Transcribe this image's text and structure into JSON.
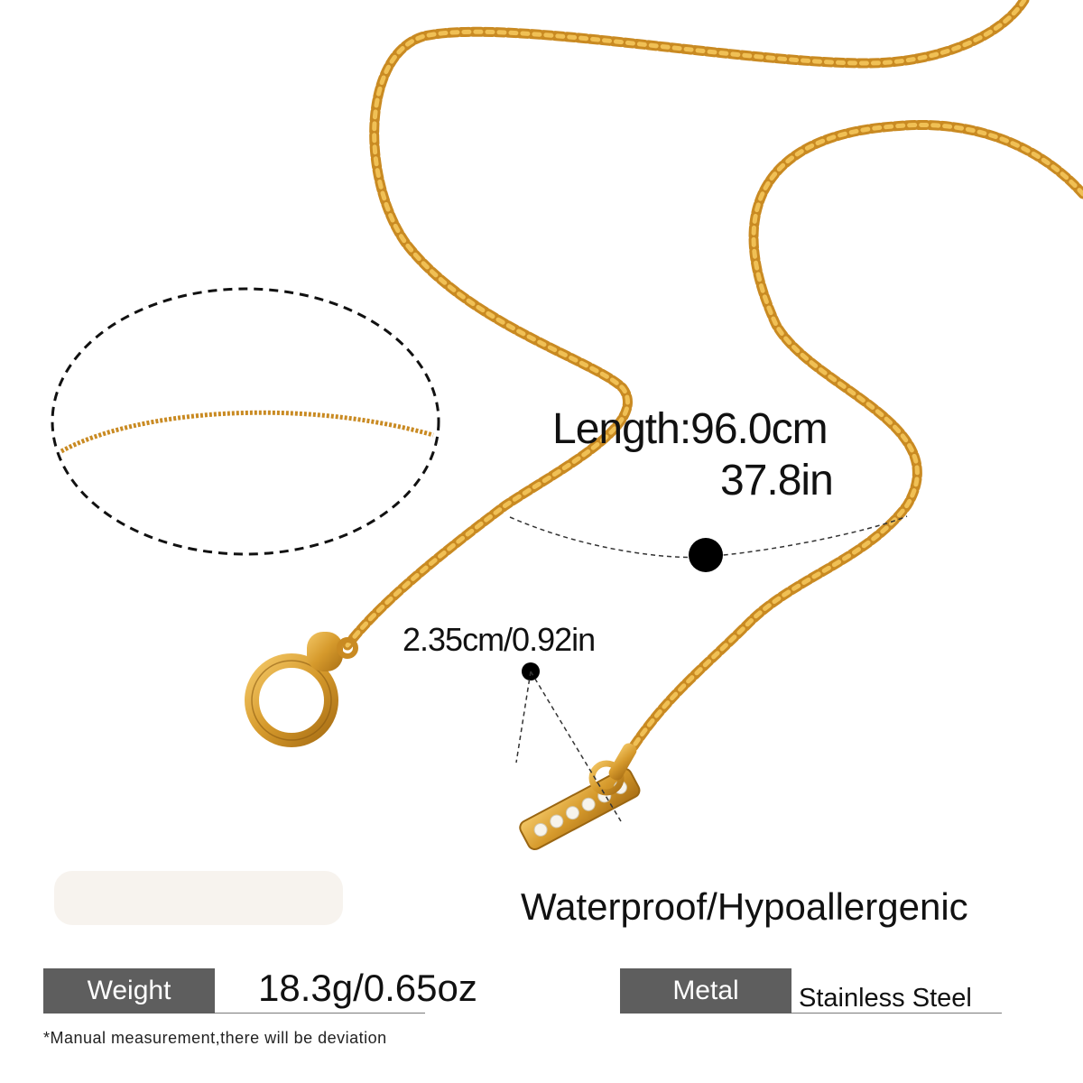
{
  "product": {
    "length_label": "Length:96.0cm",
    "length_in": "37.8in",
    "pendant_size": "2.35cm/0.92in",
    "features": "Waterproof/Hypoallergenic"
  },
  "specs": {
    "weight_label": "Weight",
    "weight_value": "18.3g/0.65oz",
    "metal_label": "Metal",
    "metal_value": "Stainless Steel"
  },
  "note": "*Manual measurement,there will be deviation",
  "colors": {
    "gold": "#d9a031",
    "label_bg": "#5e5e5e"
  }
}
